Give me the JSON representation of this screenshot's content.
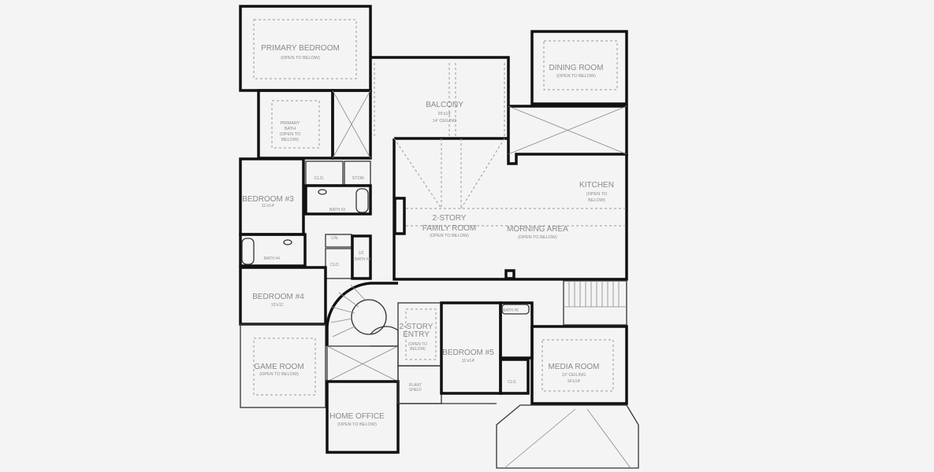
{
  "rooms": {
    "primary_bedroom": {
      "name": "PRIMARY BEDROOM",
      "note": "(OPEN TO BELOW)"
    },
    "primary_bath": {
      "l1": "PRIMARY",
      "l2": "BATH",
      "l3": "(OPEN TO",
      "l4": "BELOW)"
    },
    "balcony": {
      "name": "BALCONY",
      "size": "25'x14'",
      "note": "14' CEILING"
    },
    "dining_room": {
      "name": "DINING ROOM",
      "note": "(OPEN TO BELOW)"
    },
    "kitchen": {
      "name": "KITCHEN",
      "l1": "(OPEN TO",
      "l2": "BELOW)"
    },
    "family_room": {
      "l1": "2-STORY",
      "l2": "FAMILY ROOM",
      "note": "(OPEN TO BELOW)"
    },
    "morning_area": {
      "name": "MORNING AREA",
      "note": "(OPEN TO BELOW)"
    },
    "bedroom3": {
      "name": "BEDROOM #3",
      "size": "11'x14'"
    },
    "clo1": "CLO.",
    "stor": "STOR.",
    "bath3": "BATH #3",
    "bath4": "BATH #4",
    "half_bath": {
      "l1": "1/2",
      "l2": "BATH #3"
    },
    "lin": "LIN.",
    "clo2": "CLO.",
    "bedroom4": {
      "name": "BEDROOM #4",
      "size": "15'x11'"
    },
    "game_room": {
      "name": "GAME ROOM",
      "note": "(OPEN TO BELOW)"
    },
    "entry": {
      "l1": "2-STORY",
      "l2": "ENTRY",
      "l3": "(OPEN TO",
      "l4": "BELOW)"
    },
    "plant_shelf": {
      "l1": "PLANT",
      "l2": "SHELF"
    },
    "bedroom5": {
      "name": "BEDROOM #5",
      "size": "11'x14'"
    },
    "bath5": "BATH #5",
    "clo3": "CLO.",
    "media_room": {
      "name": "MEDIA ROOM",
      "size": "16'x14'",
      "note": "10' CEILING"
    },
    "home_office": {
      "name": "HOME OFFICE",
      "note": "(OPEN TO BELOW)"
    }
  }
}
